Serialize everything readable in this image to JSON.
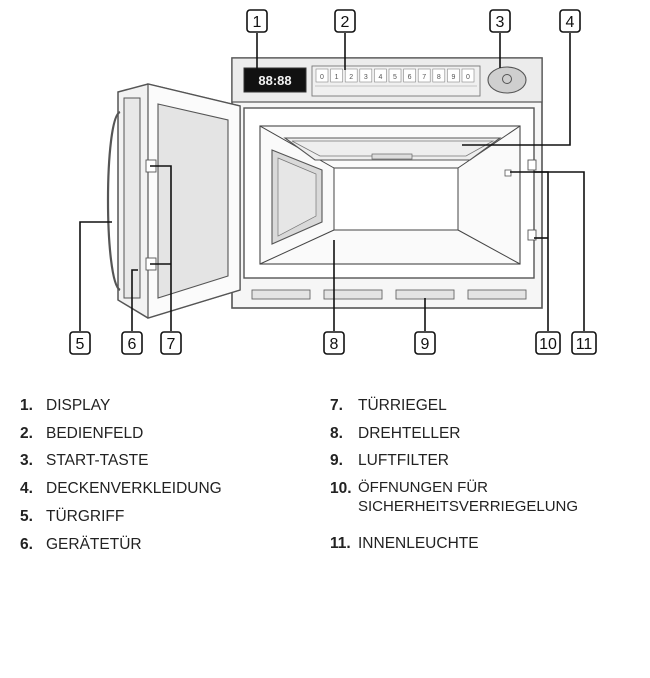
{
  "callouts": [
    "1",
    "2",
    "3",
    "4",
    "5",
    "6",
    "7",
    "8",
    "9",
    "10",
    "11"
  ],
  "panel": {
    "display_digits": "88:88",
    "keypad": [
      "0",
      "1",
      "2",
      "3",
      "4",
      "5",
      "6",
      "7",
      "8",
      "9",
      "0"
    ]
  },
  "legend": [
    {
      "num": "1.",
      "label": "DISPLAY"
    },
    {
      "num": "2.",
      "label": "BEDIENFELD"
    },
    {
      "num": "3.",
      "label": "START-TASTE"
    },
    {
      "num": "4.",
      "label": "DECKENVERKLEIDUNG"
    },
    {
      "num": "5.",
      "label": "TÜRGRIFF"
    },
    {
      "num": "6.",
      "label": "GERÄTETÜR"
    },
    {
      "num": "7.",
      "label": "TÜRRIEGEL"
    },
    {
      "num": "8.",
      "label": "DREHTELLER"
    },
    {
      "num": "9.",
      "label": "LUFTFILTER"
    },
    {
      "num": "10.",
      "label": "ÖFFNUNGEN FÜR",
      "label2": "SICHERHEITSVERRIEGELUNG"
    },
    {
      "num": "11.",
      "label": "INNENLEUCHTE"
    }
  ]
}
